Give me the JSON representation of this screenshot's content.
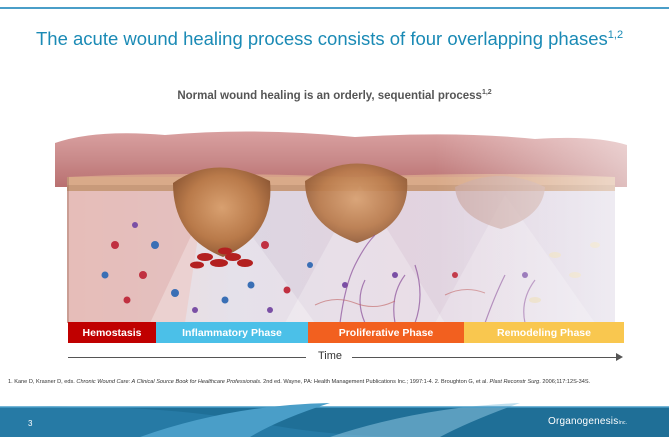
{
  "slide": {
    "title": "The acute wound healing process consists of four overlapping phases",
    "title_sup": "1,2",
    "subtitle": "Normal wound healing is an orderly, sequential process",
    "subtitle_sup": "1,2",
    "illustration": {
      "icon": "wound-healing-cross-section-illustration"
    },
    "phases": [
      {
        "label": "Hemostasis",
        "color": "#c00000"
      },
      {
        "label": "Inflammatory Phase",
        "color": "#4bc0e8"
      },
      {
        "label": "Proliferative Phase",
        "color": "#f2601f"
      },
      {
        "label": "Remodeling Phase",
        "color": "#f9c74f"
      }
    ],
    "time_label": "Time",
    "references": {
      "ref1_prefix": "1. Kane D, Krasner D, eds. ",
      "ref1_title": "Chronic Wound Care: A Clinical Source Book for Healthcare Professionals",
      "ref1_suffix": ". 2nd ed. Wayne, PA: Health Management Publications Inc.; 1997:1-4. 2. Broughton G, et al. ",
      "ref2_journal": "Plast Reconstr Surg",
      "ref2_suffix": ". 2006;117:12S-34S."
    },
    "footer": {
      "page_number": "3",
      "logo_text": "Organogenesis",
      "logo_suffix": "Inc.",
      "colors": {
        "dark": "#1f6f97",
        "mid": "#4a9ec8",
        "light": "#8cc4e0"
      }
    }
  }
}
